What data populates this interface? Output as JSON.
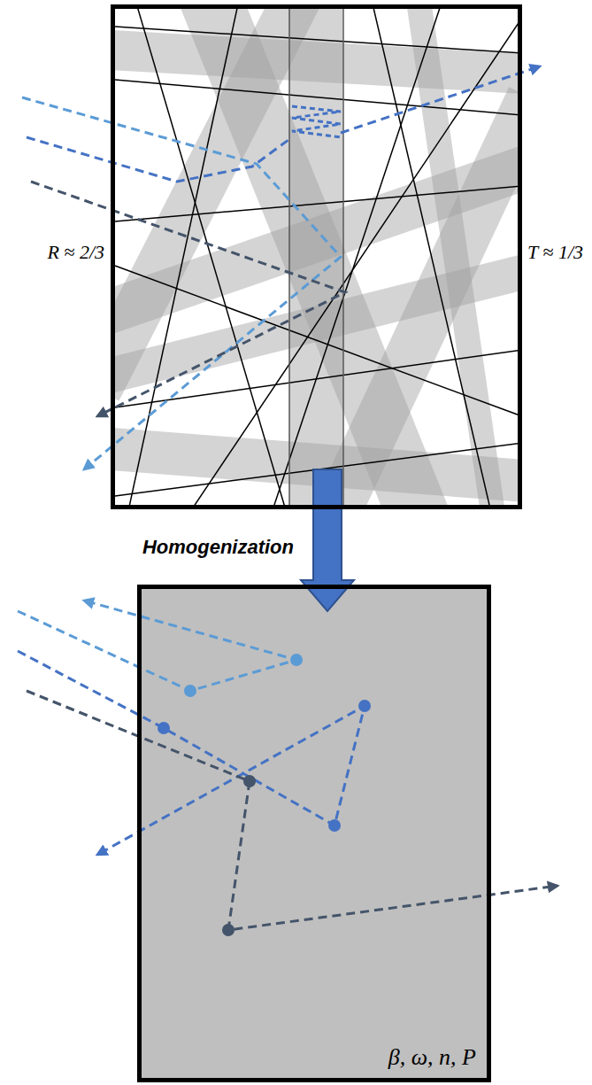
{
  "diagram": {
    "nodes": [
      {
        "text": [
          "R ≈ 2/3",
          "T ≈ 1/3"
        ]
      },
      {
        "text": [
          "β, ω, n, P"
        ]
      }
    ],
    "edges": [
      {
        "from": 0,
        "to": 1,
        "arrow": "to",
        "label": "Homogenization"
      }
    ]
  }
}
